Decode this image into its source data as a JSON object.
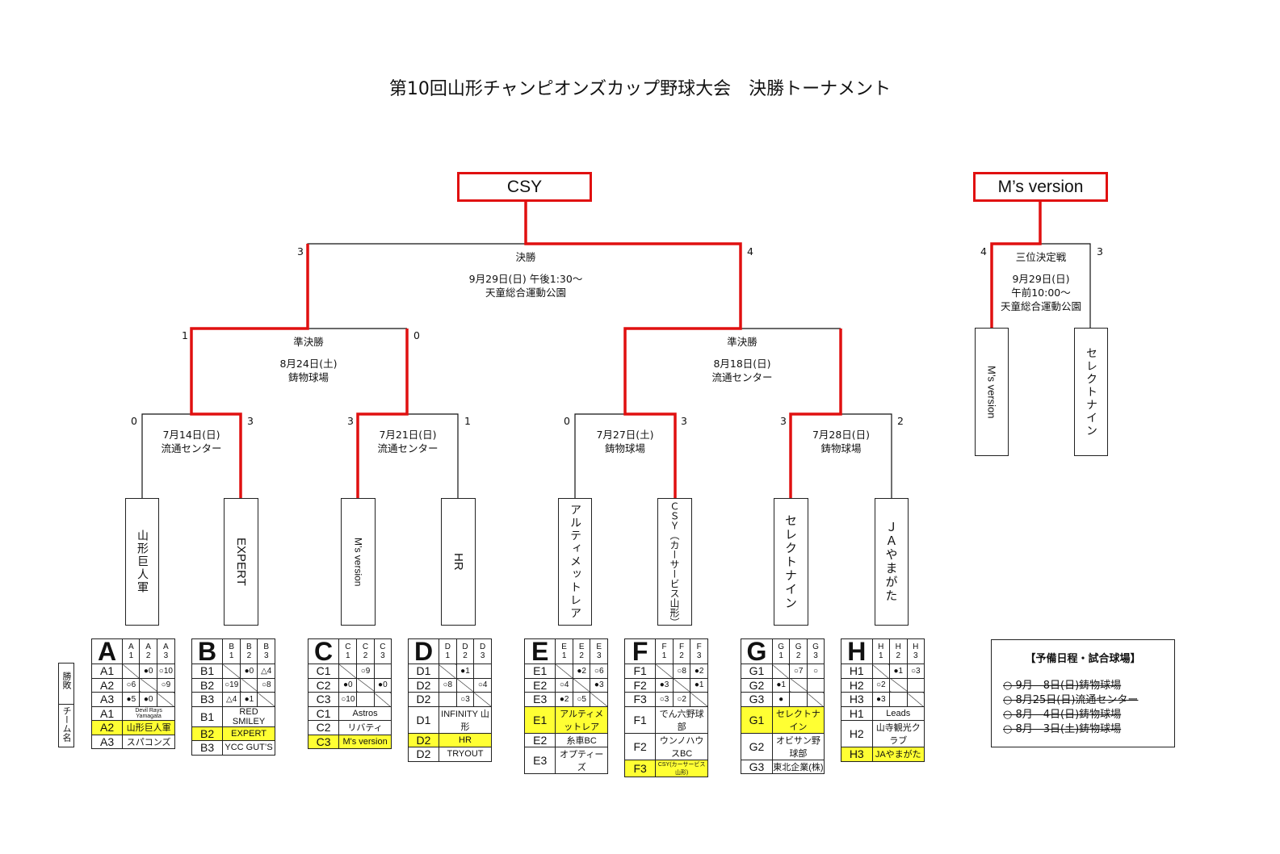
{
  "title": "第10回山形チャンピオンズカップ野球大会　決勝トーナメント",
  "champion": "CSY",
  "third_place": "M’s version",
  "final": {
    "label": "決勝",
    "date": "9月29日(日) 午後1:30～",
    "venue": "天童総合運動公園",
    "score_left": "3",
    "score_right": "4"
  },
  "semifinals": [
    {
      "label": "準決勝",
      "date": "8月24日(土)",
      "venue": "鋳物球場",
      "score_left": "1",
      "score_right": "0"
    },
    {
      "label": "準決勝",
      "date": "8月18日(日)",
      "venue": "流通センター",
      "score_left": "",
      "score_right": ""
    }
  ],
  "quarterfinals": [
    {
      "date": "7月14日(日)",
      "venue": "流通センター",
      "score_left": "0",
      "score_right": "3"
    },
    {
      "date": "7月21日(日)",
      "venue": "流通センター",
      "score_left": "3",
      "score_right": "1"
    },
    {
      "date": "7月27日(土)",
      "venue": "鋳物球場",
      "score_left": "0",
      "score_right": "3"
    },
    {
      "date": "7月28日(日)",
      "venue": "鋳物球場",
      "score_left": "3",
      "score_right": "2"
    }
  ],
  "third_place_match": {
    "label": "三位決定戦",
    "date": "9月29日(日)",
    "time": "午前10:00～",
    "venue": "天童総合運動公園",
    "score_left": "4",
    "score_right": "3",
    "team_left": "M’s version",
    "team_right": "セレクトナイン"
  },
  "teams": [
    {
      "name": "山形巨人軍"
    },
    {
      "name": "EXPERT"
    },
    {
      "name": "M’s version"
    },
    {
      "name": "HR"
    },
    {
      "name": "アルティメットレア"
    },
    {
      "name": "ＣＳＹ（カーサービス山形）"
    },
    {
      "name": "セレクトナイン"
    },
    {
      "name": "ＪＡやまがた"
    }
  ],
  "side_labels": {
    "result": "勝敗",
    "team_name": "チーム名"
  },
  "groups": [
    {
      "letter": "A",
      "cols": [
        "A\n1",
        "A\n2",
        "A\n3"
      ],
      "results": [
        [
          "A1",
          "",
          "●0",
          "○10"
        ],
        [
          "A2",
          "○6",
          "",
          "○9"
        ],
        [
          "A3",
          "●5",
          "●0",
          ""
        ]
      ],
      "names": [
        [
          "A1",
          "Devil Rays Yamagata"
        ],
        [
          "A2",
          "山形巨人軍"
        ],
        [
          "A3",
          "スパコンズ"
        ]
      ],
      "winner": 1
    },
    {
      "letter": "B",
      "cols": [
        "B\n1",
        "B\n2",
        "B\n3"
      ],
      "results": [
        [
          "B1",
          "",
          "●0",
          "△4"
        ],
        [
          "B2",
          "○19",
          "",
          "○8"
        ],
        [
          "B3",
          "△4",
          "●1",
          ""
        ]
      ],
      "names": [
        [
          "B1",
          "RED SMILEY"
        ],
        [
          "B2",
          "EXPERT"
        ],
        [
          "B3",
          "YCC GUT’S"
        ]
      ],
      "winner": 1
    },
    {
      "letter": "C",
      "cols": [
        "C\n1",
        "C\n2",
        "C\n3"
      ],
      "results": [
        [
          "C1",
          "",
          "○9",
          ""
        ],
        [
          "C2",
          "●0",
          "",
          "●0"
        ],
        [
          "C3",
          "○10",
          "",
          ""
        ]
      ],
      "names": [
        [
          "C1",
          "Astros"
        ],
        [
          "C2",
          "リバティ"
        ],
        [
          "C3",
          "M's version"
        ]
      ],
      "winner": 2
    },
    {
      "letter": "D",
      "cols": [
        "D\n1",
        "D\n2",
        "D\n3"
      ],
      "results": [
        [
          "D1",
          "",
          "●1",
          ""
        ],
        [
          "D2",
          "○8",
          "",
          "○4"
        ],
        [
          "D2",
          "",
          "○3",
          ""
        ]
      ],
      "names": [
        [
          "D1",
          "INFINITY 山形"
        ],
        [
          "D2",
          "HR"
        ],
        [
          "D2",
          "TRYOUT"
        ]
      ],
      "winner": 1
    },
    {
      "letter": "E",
      "cols": [
        "E\n1",
        "E\n2",
        "E\n3"
      ],
      "results": [
        [
          "E1",
          "",
          "●2",
          "○6"
        ],
        [
          "E2",
          "○4",
          "",
          "●3"
        ],
        [
          "E3",
          "●2",
          "○5",
          ""
        ]
      ],
      "names": [
        [
          "E1",
          "アルティメットレア"
        ],
        [
          "E2",
          "糸車BC"
        ],
        [
          "E3",
          "オプティーズ"
        ]
      ],
      "winner": 0
    },
    {
      "letter": "F",
      "cols": [
        "F\n1",
        "F\n2",
        "F\n3"
      ],
      "results": [
        [
          "F1",
          "",
          "○8",
          "●2"
        ],
        [
          "F2",
          "●3",
          "",
          "●1"
        ],
        [
          "F3",
          "○3",
          "○2",
          ""
        ]
      ],
      "names": [
        [
          "F1",
          "でん六野球部"
        ],
        [
          "F2",
          "ウンノハウスBC"
        ],
        [
          "F3",
          "CSY(カーサービス山形)"
        ]
      ],
      "winner": 2
    },
    {
      "letter": "G",
      "cols": [
        "G\n1",
        "G\n2",
        "G\n3"
      ],
      "results": [
        [
          "G1",
          "",
          "○7",
          "○"
        ],
        [
          "G2",
          "●1",
          "",
          ""
        ],
        [
          "G3",
          "●",
          "",
          ""
        ]
      ],
      "names": [
        [
          "G1",
          "セレクトナイン"
        ],
        [
          "G2",
          "オビサン野球部"
        ],
        [
          "G3",
          "東北企業(株)"
        ]
      ],
      "winner": 0
    },
    {
      "letter": "H",
      "cols": [
        "H\n1",
        "H\n2",
        "H\n3"
      ],
      "results": [
        [
          "H1",
          "",
          "●1",
          "○3"
        ],
        [
          "H2",
          "○2",
          "",
          ""
        ],
        [
          "H3",
          "●3",
          "",
          ""
        ]
      ],
      "names": [
        [
          "H1",
          "Leads"
        ],
        [
          "H2",
          "山寺観光クラブ"
        ],
        [
          "H3",
          "JAやまがた"
        ]
      ],
      "winner": 2
    }
  ],
  "reserve": {
    "heading": "【予備日程・試合球場】",
    "items": [
      "○ 9月　8日(日)鋳物球場",
      "○ 8月25日(日)流通センター",
      "○ 8月　4日(日)鋳物球場",
      "○ 8月　3日(土)鋳物球場"
    ]
  },
  "colors": {
    "highlight_line": "#e01010",
    "winner_row": "#ffff33"
  }
}
